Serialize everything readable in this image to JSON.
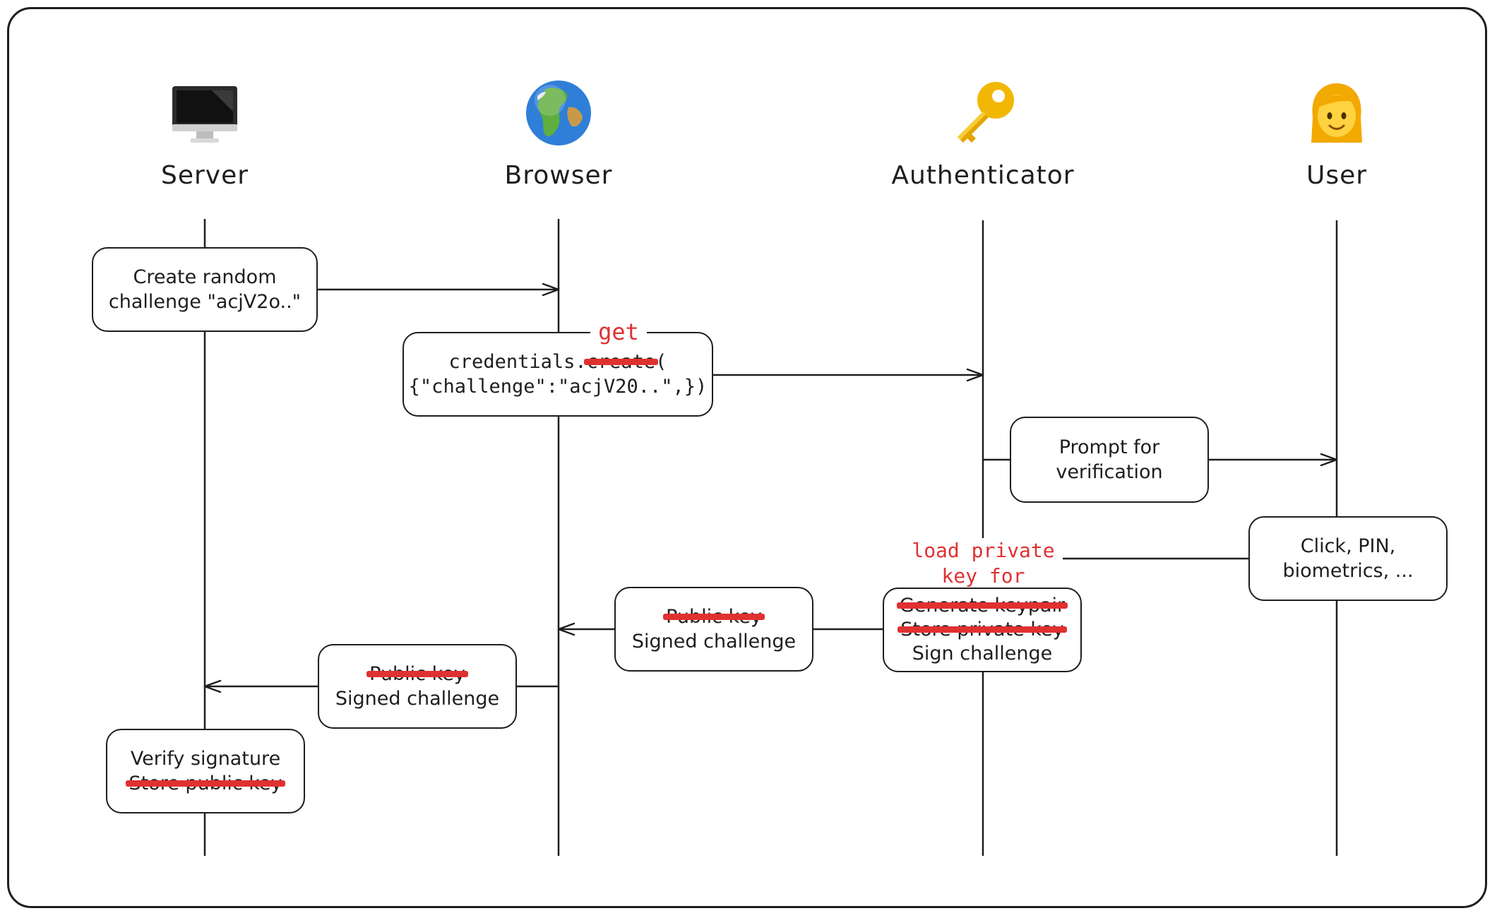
{
  "actors": [
    {
      "id": "server",
      "label": "Server",
      "icon": "monitor-icon"
    },
    {
      "id": "browser",
      "label": "Browser",
      "icon": "globe-icon"
    },
    {
      "id": "authenticator",
      "label": "Authenticator",
      "icon": "key-icon"
    },
    {
      "id": "user",
      "label": "User",
      "icon": "woman-icon"
    }
  ],
  "steps": {
    "create_challenge": {
      "line1": "Create random",
      "line2": "challenge \"acjV2o..\""
    },
    "credentials_call": {
      "prefix": "credentials.",
      "struck_method": "create",
      "replacement_method": "get",
      "suffix": "(",
      "line2": "{\"challenge\":\"acjV20..\",})"
    },
    "prompt": {
      "line1": "Prompt for",
      "line2": "verification"
    },
    "user_action": {
      "line1": "Click, PIN,",
      "line2": "biometrics, ..."
    },
    "load_key_note": {
      "line1": "load private",
      "line2": "key for domain"
    },
    "authenticator_box": {
      "struck1": "Generate keypair",
      "struck2": "Store private key",
      "line3": "Sign challenge"
    },
    "authenticator_to_browser": {
      "struck": "Public key",
      "line2": "Signed challenge"
    },
    "browser_to_server": {
      "struck": "Public key",
      "line2": "Signed challenge"
    },
    "verify": {
      "line1": "Verify signature",
      "struck": "Store public key"
    }
  },
  "colors": {
    "ink": "#1e1e1e",
    "annotation": "#e03131"
  }
}
